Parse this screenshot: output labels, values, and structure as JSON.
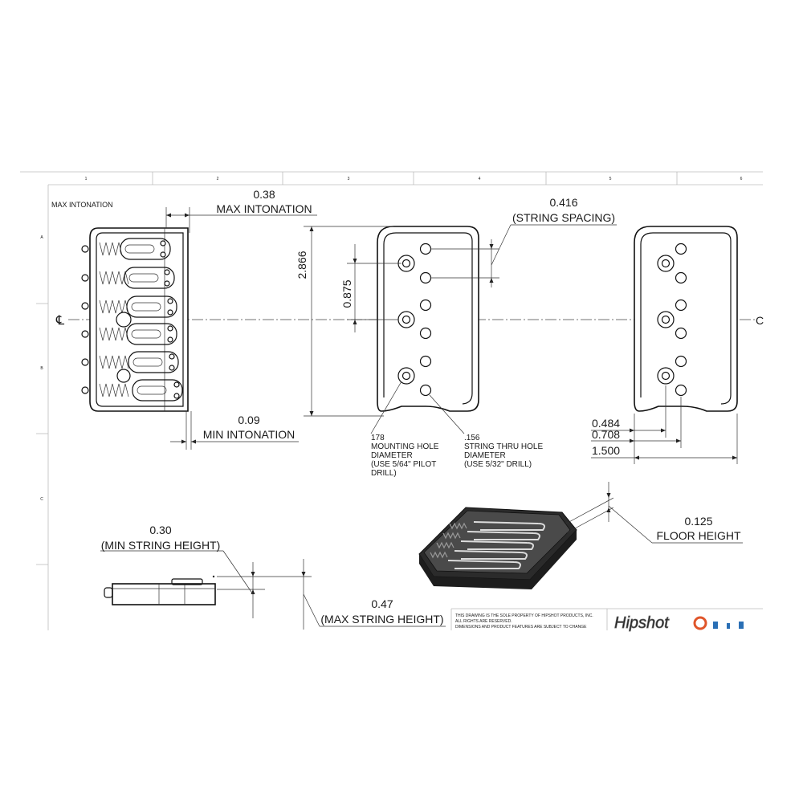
{
  "sheet": {
    "col_labels": [
      "1",
      "2",
      "3",
      "4",
      "5",
      "6"
    ],
    "row_labels": [
      "A",
      "B",
      "C"
    ]
  },
  "annotations": {
    "corner_label": "MAX INTONATION",
    "max_intonation_value": "0.38",
    "max_intonation_label": "MAX INTONATION",
    "min_intonation_value": "0.09",
    "min_intonation_label": "MIN INTONATION",
    "height_2866": "2.866",
    "height_0875": "0.875",
    "string_spacing_value": "0.416",
    "string_spacing_label": "(STRING SPACING)",
    "mounting_hole": [
      "178",
      "MOUNTING HOLE",
      "DIAMETER",
      "(USE 5/64\" PILOT",
      "DRILL)"
    ],
    "thru_hole": [
      ".156",
      "STRING THRU HOLE",
      "DIAMETER",
      "(USE 5/32\" DRILL)"
    ],
    "dim_0484": "0.484",
    "dim_0708": "0.708",
    "dim_1500": "1.500",
    "floor_height_value": "0.125",
    "floor_height_label": "FLOOR HEIGHT",
    "min_string_height_value": "0.30",
    "min_string_height_label": "(MIN STRING HEIGHT)",
    "max_string_height_value": "0.47",
    "max_string_height_label": "(MAX STRING HEIGHT)",
    "centerline_symbol": "℄",
    "centerline_right": "C"
  },
  "title_block": {
    "notice": [
      "THIS DRAWING IS THE SOLE PROPERTY OF HIPSHOT PRODUCTS, INC.",
      "ALL RIGHTS ARE RESERVED.",
      "DIMENSIONS AND PRODUCT FEATURES ARE SUBJECT TO CHANGE"
    ],
    "logo_text": "Hipshot"
  },
  "colors": {
    "line": "#222222",
    "logo_accent": "#e0552a",
    "logo_blue": "#2a6fb5",
    "part_fill_3d": "#2b2b2b"
  }
}
